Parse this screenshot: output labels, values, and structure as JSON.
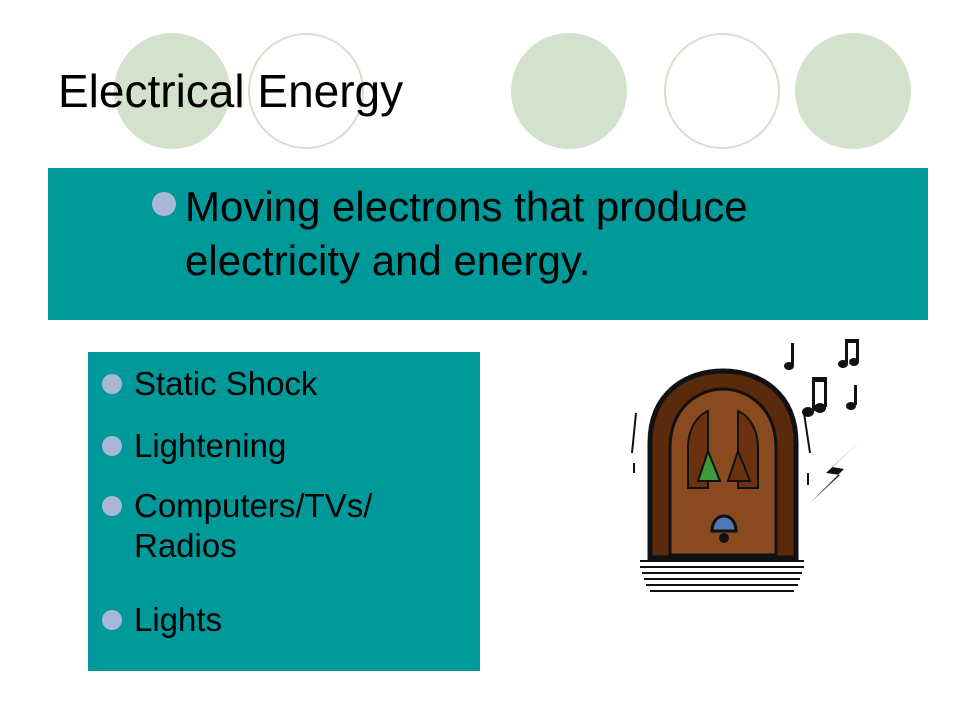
{
  "slide": {
    "title": "Electrical Energy",
    "definition": "Moving electrons that produce electricity and energy.",
    "examples": [
      "Static Shock",
      "Lightening",
      "Computers/TVs/ Radios",
      "Lights"
    ]
  },
  "colors": {
    "box_fill": "#009999",
    "circle_fill": "#d2e2cc",
    "bullet": "#a9b8d6",
    "radio_wood": "#7a3f18",
    "radio_grille": "#3c7a2e"
  },
  "icons": [
    "radio-clipart",
    "music-note-icon",
    "lightning-bolt-icon"
  ]
}
